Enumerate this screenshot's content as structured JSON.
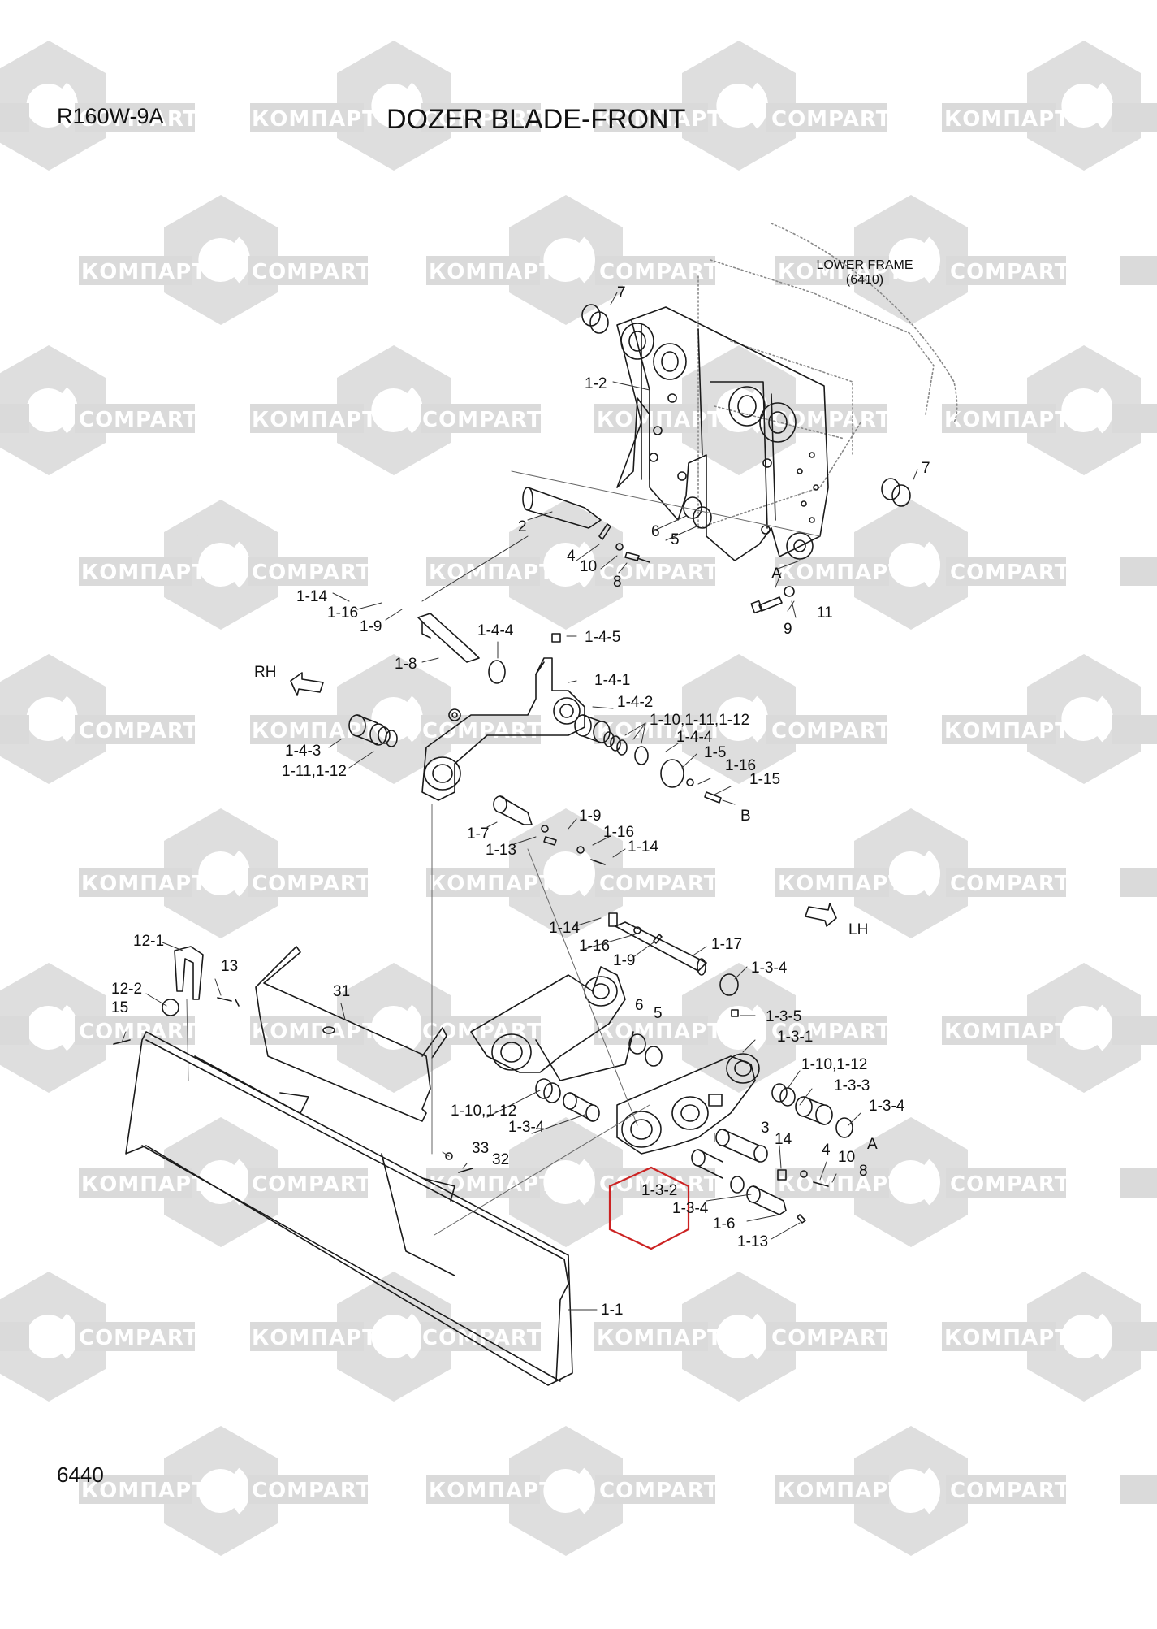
{
  "header": {
    "model": "R160W-9A",
    "title": "DOZER BLADE-FRONT"
  },
  "footer": {
    "page_number": "6440"
  },
  "watermark": {
    "latin": "COMPART",
    "cyrillic": "КОМПАРТ"
  },
  "callouts": {
    "lower_frame_line1": "LOWER FRAME",
    "lower_frame_line2": "(6410)",
    "rh": "RH",
    "lh": "LH",
    "view_a_top": "A",
    "view_a_bottom": "A",
    "view_b": "B",
    "p7_top": "7",
    "p7_right": "7",
    "p1_2": "1-2",
    "p2": "2",
    "p6_top": "6",
    "p5_top": "5",
    "p4_top": "4",
    "p10_top": "10",
    "p8_top": "8",
    "p9_right": "9",
    "p11": "11",
    "p1_14_top": "1-14",
    "p1_16_top": "1-16",
    "p1_9_top": "1-9",
    "p1_4_4_left": "1-4-4",
    "p1_4_5": "1-4-5",
    "p1_8": "1-8",
    "p1_4_1": "1-4-1",
    "p1_4_2": "1-4-2",
    "p1_10_11_12_right": "1-10,1-11,1-12",
    "p1_4_4_right": "1-4-4",
    "p1_5": "1-5",
    "p1_16_mid": "1-16",
    "p1_15": "1-15",
    "p1_4_3": "1-4-3",
    "p1_11_12": "1-11,1-12",
    "p1_7": "1-7",
    "p1_9_mid": "1-9",
    "p1_13_mid": "1-13",
    "p1_16_mid2": "1-16",
    "p1_14_mid": "1-14",
    "p1_14_low": "1-14",
    "p1_16_low": "1-16",
    "p1_9_low": "1-9",
    "p1_17": "1-17",
    "p1_3_4_a": "1-3-4",
    "p1_3_5": "1-3-5",
    "p6_low": "6",
    "p5_low": "5",
    "p1_3_1": "1-3-1",
    "p1_10_12_right": "1-10,1-12",
    "p1_3_3": "1-3-3",
    "p1_3_4_b": "1-3-4",
    "p1_10_12_left": "1-10,1-12",
    "p1_3_4_c": "1-3-4",
    "p3": "3",
    "p14": "14",
    "p4_low": "4",
    "p10_low": "10",
    "p8_low": "8",
    "p1_3_2": "1-3-2",
    "p1_3_4_d": "1-3-4",
    "p1_6": "1-6",
    "p1_13_low": "1-13",
    "p12_1": "12-1",
    "p12_2": "12-2",
    "p13": "13",
    "p15": "15",
    "p31": "31",
    "p33": "33",
    "p32": "32",
    "p1_1": "1-1"
  },
  "colors": {
    "line": "#1a1a1a",
    "watermark": "#dcdcdc",
    "highlight": "#cc2222"
  }
}
